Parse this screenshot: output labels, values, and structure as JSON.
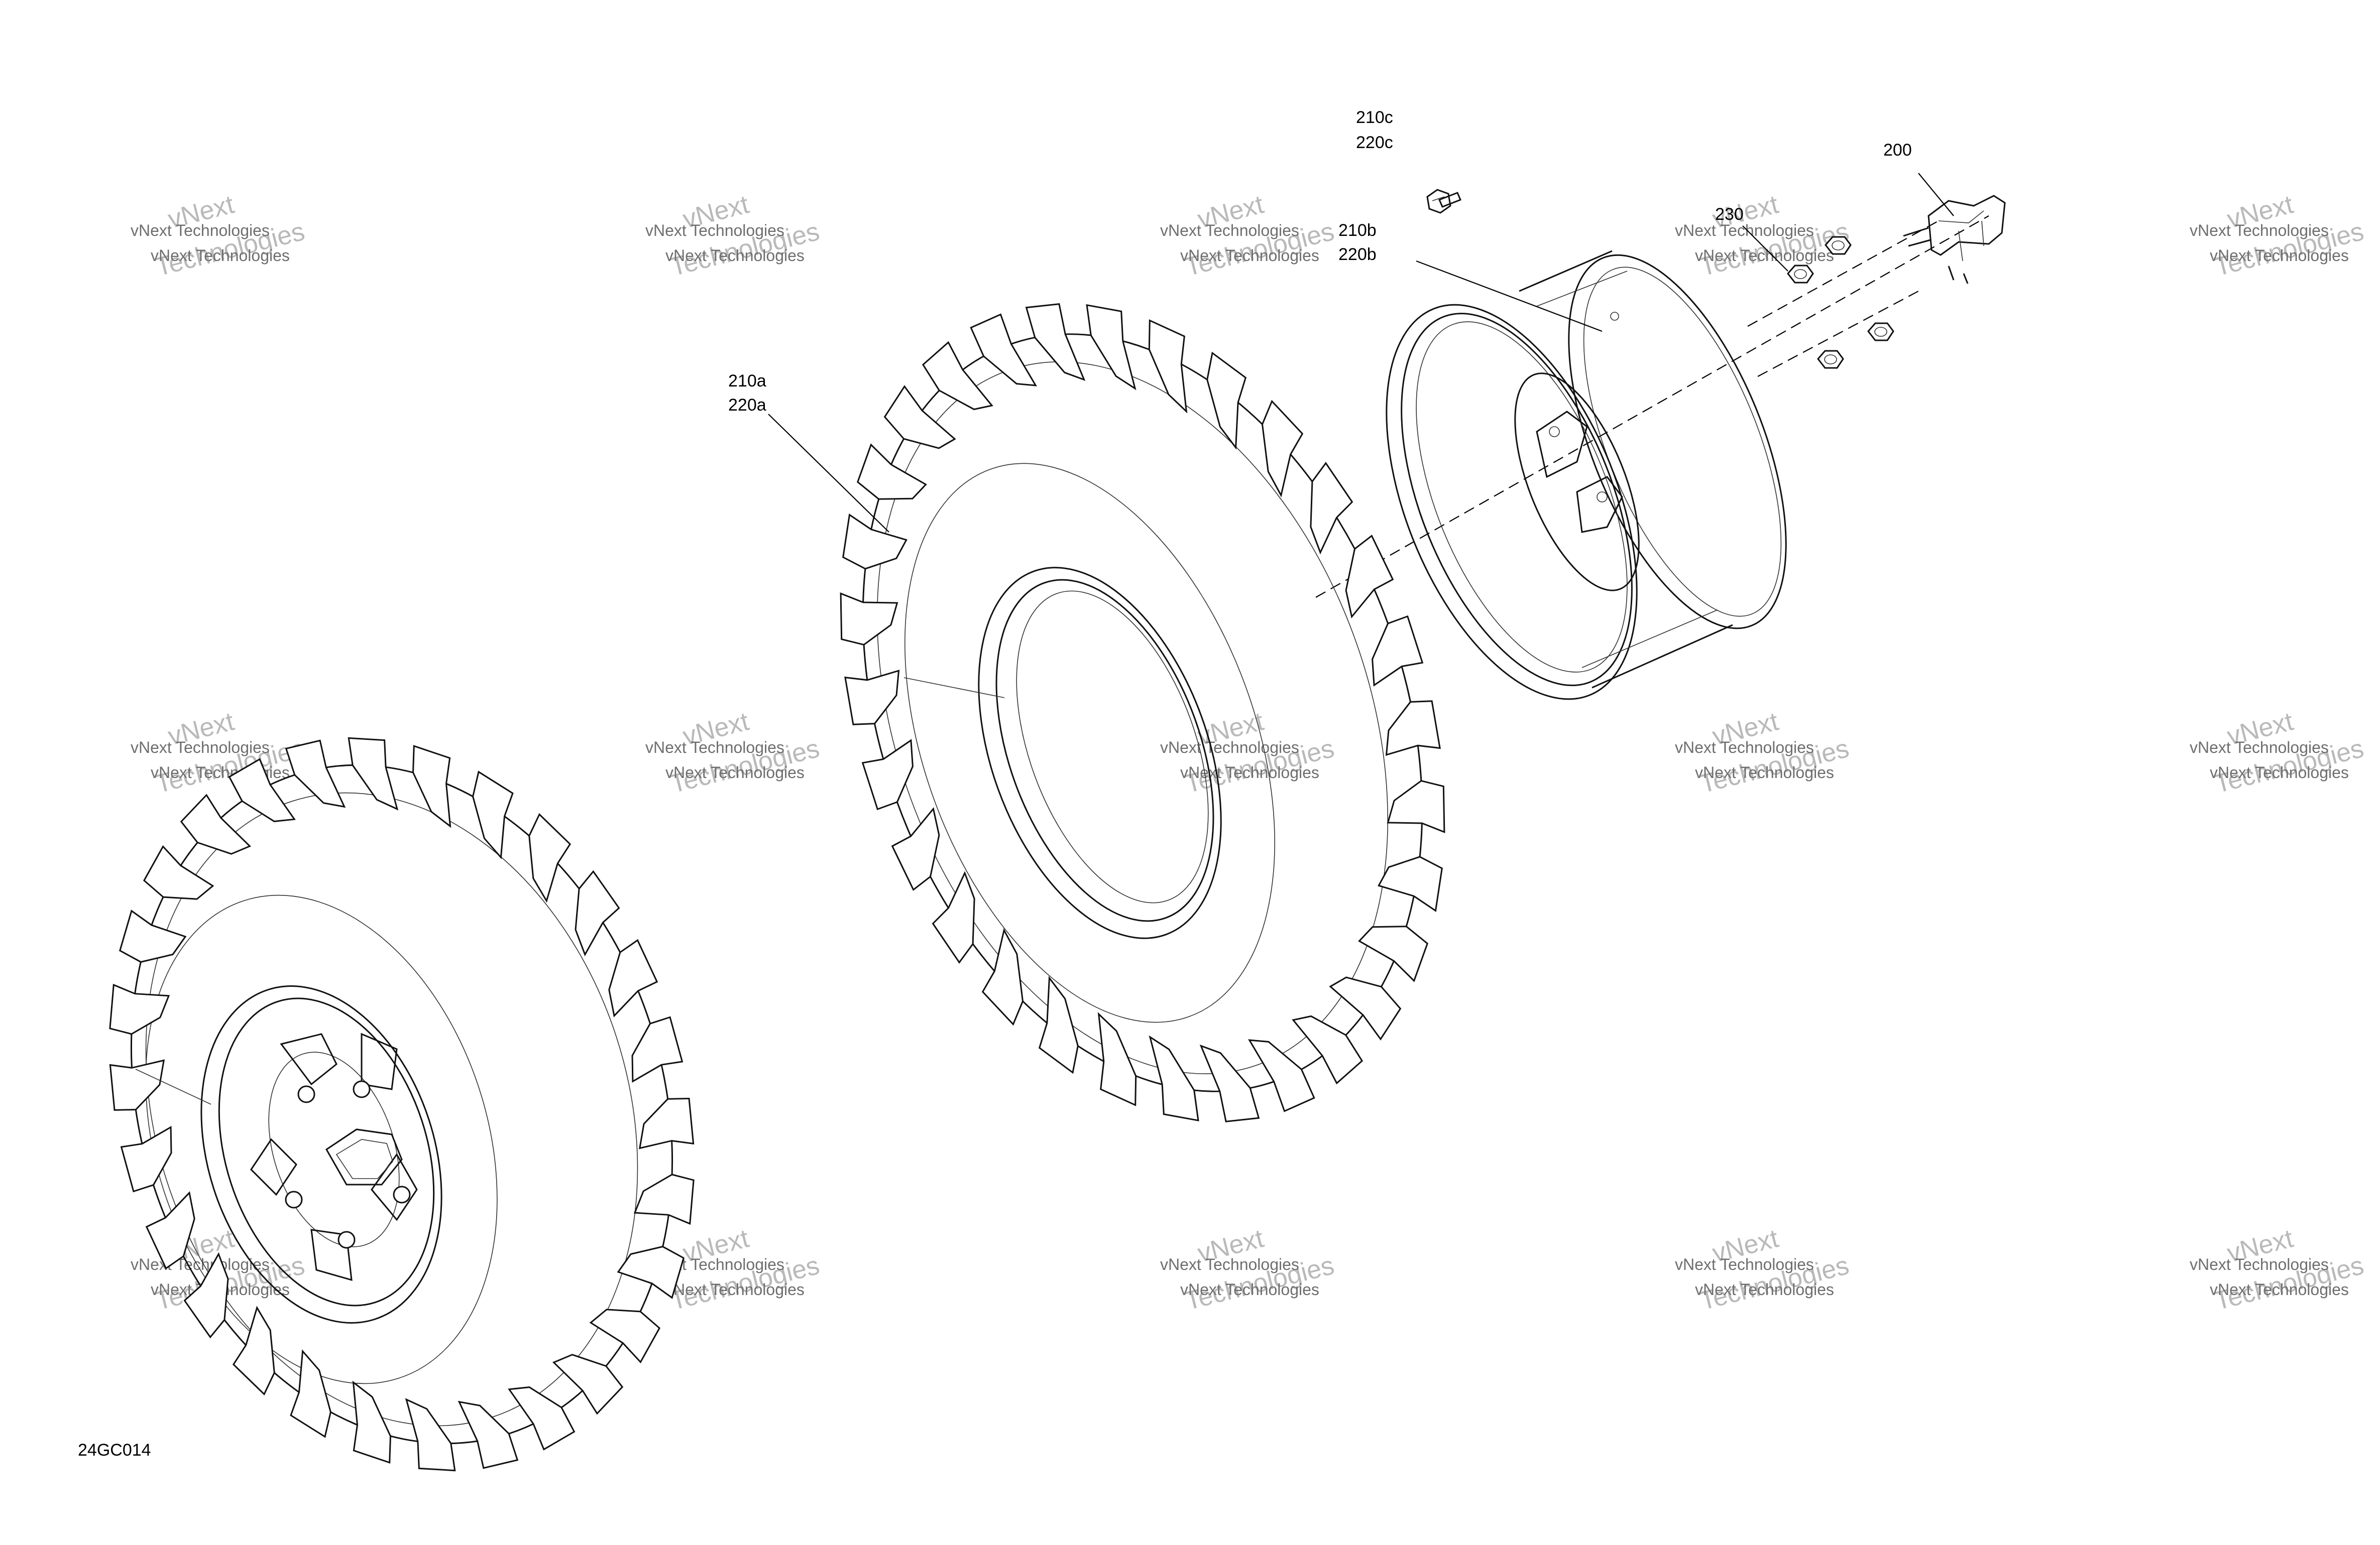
{
  "callouts": {
    "c210c": "210c",
    "c220c": "220c",
    "c210b": "210b",
    "c220b": "220b",
    "c210a": "210a",
    "c220a": "220a",
    "c230": "230",
    "c200": "200"
  },
  "drawing_code": "24GC014",
  "watermark": {
    "line1": "vNext Technologies",
    "line2": "vNext",
    "line3": "Technologies"
  }
}
